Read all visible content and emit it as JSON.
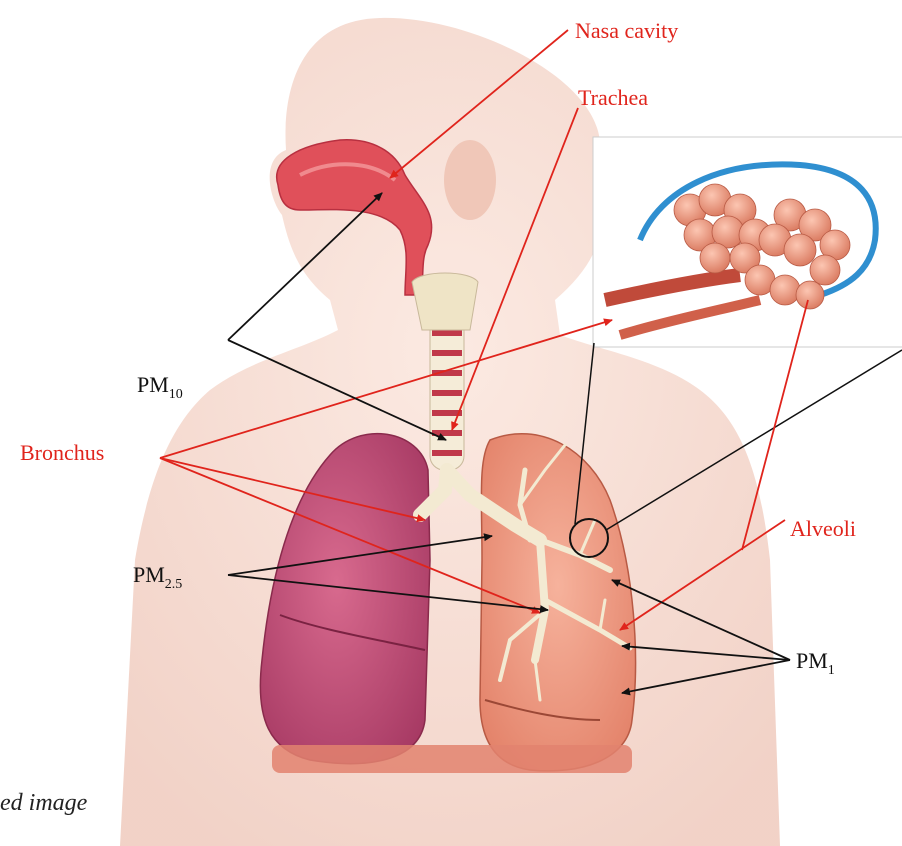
{
  "labels": {
    "nasal_cavity": "Nasa cavity",
    "trachea": "Trachea",
    "bronchus": "Bronchus",
    "alveoli": "Alveoli",
    "pm10_base": "PM",
    "pm10_sub": "10",
    "pm25_base": "PM",
    "pm25_sub": "2.5",
    "pm1_base": "PM",
    "pm1_sub": "1"
  },
  "caption": "ed image",
  "colors": {
    "label_red": "#e0241c",
    "label_black": "#111111",
    "skin": "#f3d2c6",
    "lung_left": "#c04a72",
    "lung_right": "#ef9a82",
    "bronchi": "#f3ead2",
    "alveoli": "#f2a28a",
    "capillary": "#2f8fd0"
  }
}
